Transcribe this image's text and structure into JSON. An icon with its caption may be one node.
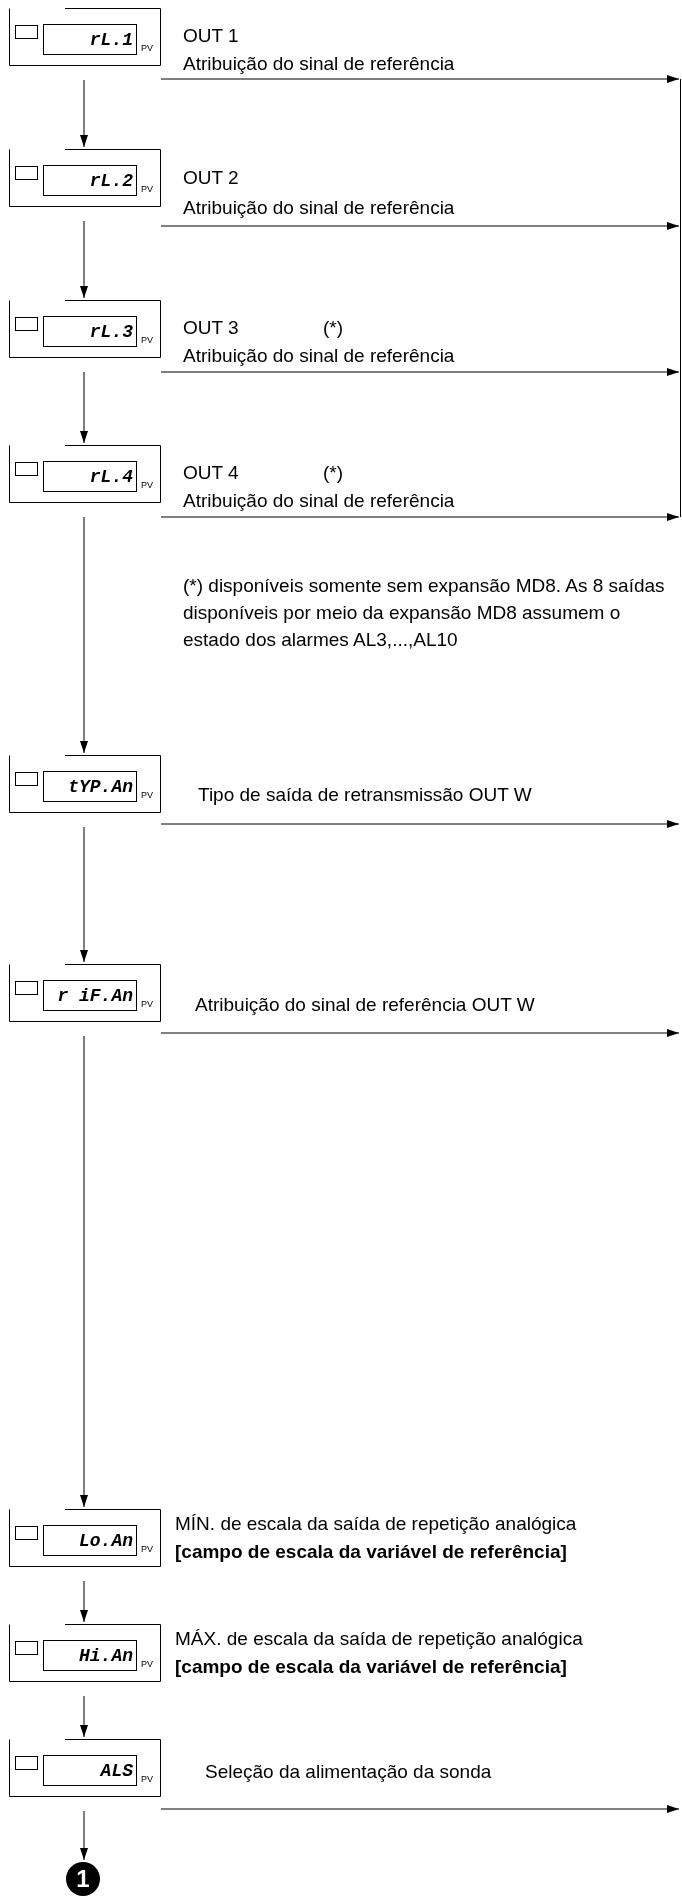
{
  "diagram": {
    "nodes": [
      {
        "text": [
          "rL.1",
          "PV"
        ],
        "beside": [
          "OUT 1",
          "Atribuição do sinal de referência"
        ]
      },
      {
        "text": [
          "rL.2",
          "PV"
        ],
        "beside": [
          "OUT 2",
          "Atribuição do sinal de referência"
        ]
      },
      {
        "text": [
          "rL.3",
          "PV"
        ],
        "beside": [
          "OUT 3",
          "(*)",
          "Atribuição do sinal de referência"
        ]
      },
      {
        "text": [
          "rL.4",
          "PV"
        ],
        "beside": [
          "OUT 4",
          "(*)",
          "Atribuição do sinal de referência"
        ]
      },
      {
        "text": [
          "tYP.An",
          "PV"
        ],
        "beside": [
          "Tipo de saída de retransmissão OUT W"
        ]
      },
      {
        "text": [
          "r iF.An",
          "PV"
        ],
        "beside": [
          "Atribuição do sinal de referência OUT W"
        ]
      },
      {
        "text": [
          "Lo.An",
          "PV"
        ],
        "beside": [
          "MÍN. de escala da saída de repetição analógica",
          "[campo de escala da variável de referência]"
        ]
      },
      {
        "text": [
          "Hi.An",
          "PV"
        ],
        "beside": [
          "MÁX. de escala da saída de repetição analógica",
          "[campo de escala da variável de referência]"
        ]
      },
      {
        "text": [
          "ALS",
          "PV"
        ],
        "beside": [
          "Seleção da alimentação da sonda"
        ]
      },
      {
        "text": [
          "1"
        ]
      }
    ],
    "edges": [
      {
        "from": 0,
        "to": 1,
        "arrow": "to"
      },
      {
        "from": 1,
        "to": 2,
        "arrow": "to"
      },
      {
        "from": 2,
        "to": 3,
        "arrow": "to"
      },
      {
        "from": 3,
        "to": 4,
        "arrow": "to"
      },
      {
        "from": 4,
        "to": 5,
        "arrow": "to"
      },
      {
        "from": 5,
        "to": 6,
        "arrow": "to"
      },
      {
        "from": 6,
        "to": 7,
        "arrow": "to"
      },
      {
        "from": 7,
        "to": 8,
        "arrow": "to"
      },
      {
        "from": 8,
        "to": 9,
        "arrow": "to"
      },
      {
        "from": 0,
        "to": null,
        "arrow": "to"
      },
      {
        "from": 1,
        "to": null,
        "arrow": "to"
      },
      {
        "from": 2,
        "to": null,
        "arrow": "to"
      },
      {
        "from": 3,
        "to": null,
        "arrow": "to"
      },
      {
        "from": 4,
        "to": null,
        "arrow": "to"
      },
      {
        "from": 5,
        "to": null,
        "arrow": "to"
      },
      {
        "from": 8,
        "to": null,
        "arrow": "to"
      }
    ],
    "labels": [
      "(*) disponíveis somente sem expansão MD8. As 8 saídas disponíveis por meio da expansão MD8 assumem o estado dos alarmes AL3,...,AL10"
    ]
  }
}
